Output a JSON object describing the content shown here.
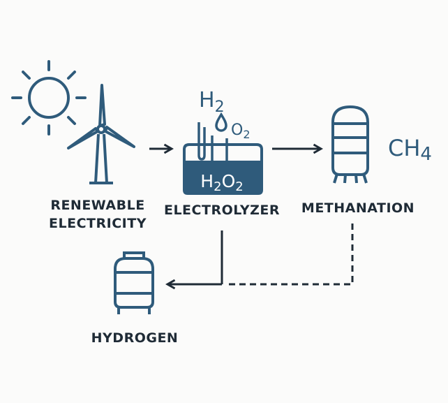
{
  "colors": {
    "primary": "#2f5b7b",
    "text": "#1f2b36",
    "background": "#fbfbfa"
  },
  "nodes": {
    "renewable": {
      "label_line1": "RENEWABLE",
      "label_line2": "ELECTRICITY",
      "icons": [
        "sun-icon",
        "wind-turbine-icon"
      ]
    },
    "electrolyzer": {
      "label": "ELECTROLYZER",
      "h2": "H",
      "h2_sub": "2",
      "o2": "O",
      "o2_sub": "2",
      "tank_text": "H",
      "tank_sub1": "2",
      "tank_o": "O",
      "tank_sub2": "2"
    },
    "methanation": {
      "label": "METHANATION",
      "product": "CH",
      "product_sub": "4"
    },
    "hydrogen": {
      "label": "HYDROGEN"
    }
  },
  "edges": [
    {
      "from": "renewable",
      "to": "electrolyzer",
      "style": "solid"
    },
    {
      "from": "electrolyzer",
      "to": "methanation",
      "style": "solid"
    },
    {
      "from": "electrolyzer",
      "to": "hydrogen",
      "style": "solid"
    },
    {
      "from": "methanation",
      "to": "hydrogen",
      "style": "dashed"
    }
  ]
}
